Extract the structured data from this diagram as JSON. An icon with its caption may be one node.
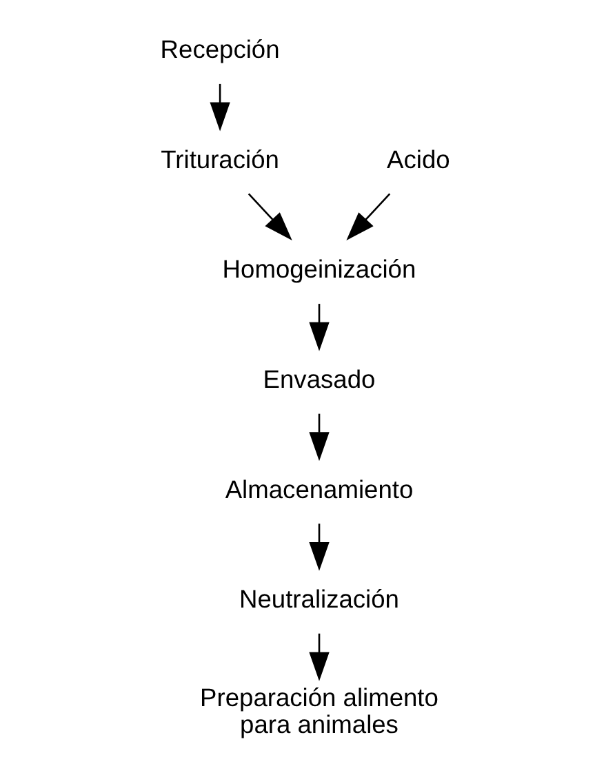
{
  "diagram": {
    "nodes": [
      {
        "text": [
          "Recepción"
        ]
      },
      {
        "text": [
          "Trituración"
        ]
      },
      {
        "text": [
          "Acido"
        ]
      },
      {
        "text": [
          "Homogeinización"
        ]
      },
      {
        "text": [
          "Envasado"
        ]
      },
      {
        "text": [
          "Almacenamiento"
        ]
      },
      {
        "text": [
          "Neutralización"
        ]
      },
      {
        "text": [
          "Preparación alimento para animales"
        ]
      }
    ],
    "edges": [
      {
        "from": 0,
        "to": 1,
        "arrow": "to"
      },
      {
        "from": 1,
        "to": 3,
        "arrow": "to"
      },
      {
        "from": 2,
        "to": 3,
        "arrow": "to"
      },
      {
        "from": 3,
        "to": 4,
        "arrow": "to"
      },
      {
        "from": 4,
        "to": 5,
        "arrow": "to"
      },
      {
        "from": 5,
        "to": 6,
        "arrow": "to"
      },
      {
        "from": 6,
        "to": 7,
        "arrow": "to"
      }
    ]
  }
}
